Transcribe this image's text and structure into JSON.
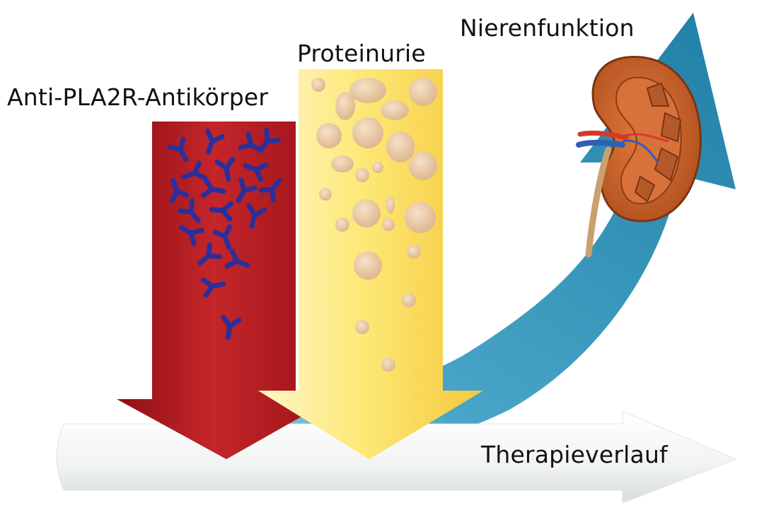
{
  "labels": {
    "antibody": "Anti-PLA2R-Antikörper",
    "proteinuria": "Proteinurie",
    "kidney_function": "Nierenfunktion",
    "therapy_course": "Therapieverlauf"
  },
  "colors": {
    "red_arrow": "#b3161b",
    "yellow_arrow": "#fbe36a",
    "blue_arrow": "#2e90b5",
    "white_arrow": "#f2f4f4",
    "antibody": "#2b2f9c",
    "protein_droplet": "#e8c9a3",
    "kidney": "#c9612a"
  },
  "icons": [
    "antibody-y-icon",
    "protein-droplet-icon",
    "kidney-icon"
  ]
}
